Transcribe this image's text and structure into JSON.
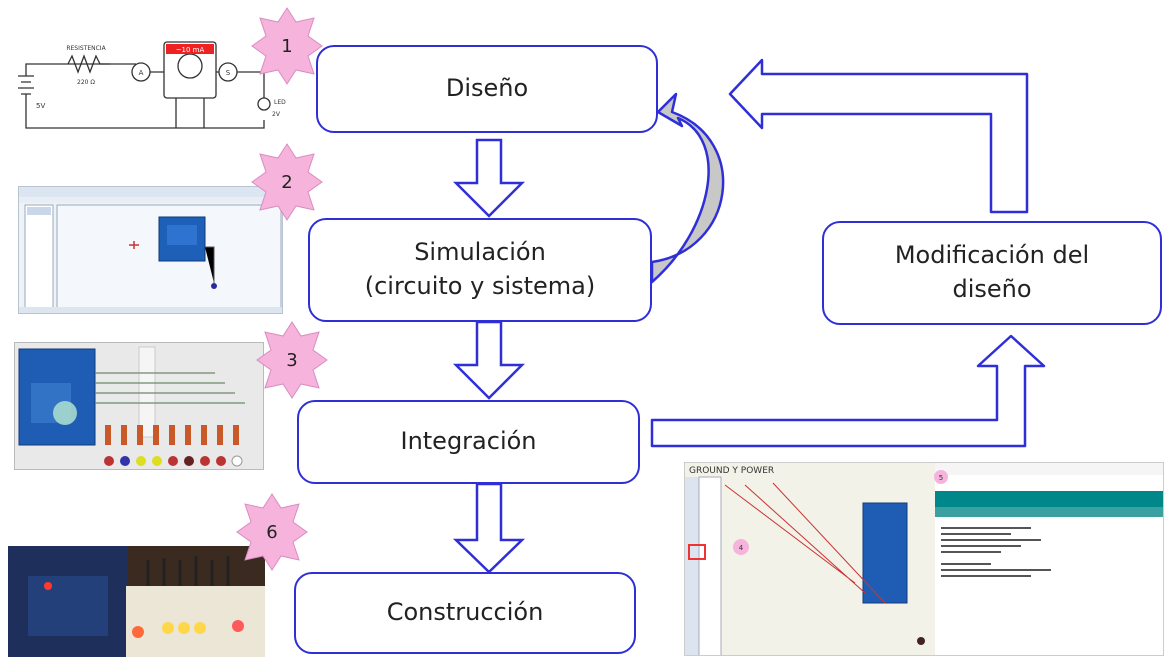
{
  "flow": {
    "diseno": "Diseño",
    "simulacion_line1": "Simulación",
    "simulacion_line2": "(circuito y sistema)",
    "integracion": "Integración",
    "construccion": "Construcción",
    "modificacion_line1": "Modificación del",
    "modificacion_line2": "diseño"
  },
  "badges": [
    "1",
    "2",
    "3",
    "6"
  ],
  "circuit": {
    "resistor_label": "RESISTENCIA",
    "resistor_value": "220 Ω",
    "meter_reading": "~10 mA",
    "source": "5V",
    "led_label": "LED",
    "led_voltage": "2V",
    "ammeter": "A",
    "switch": "S"
  },
  "thumb5": {
    "caption": "GROUND Y POWER",
    "marker_a": "4",
    "marker_b": "5"
  },
  "colors": {
    "box_border": "#2f2fd8",
    "badge_fill": "#f6b4dc",
    "badge_stroke": "#d88cc0",
    "arrow_fill": "#c8c8c8"
  }
}
